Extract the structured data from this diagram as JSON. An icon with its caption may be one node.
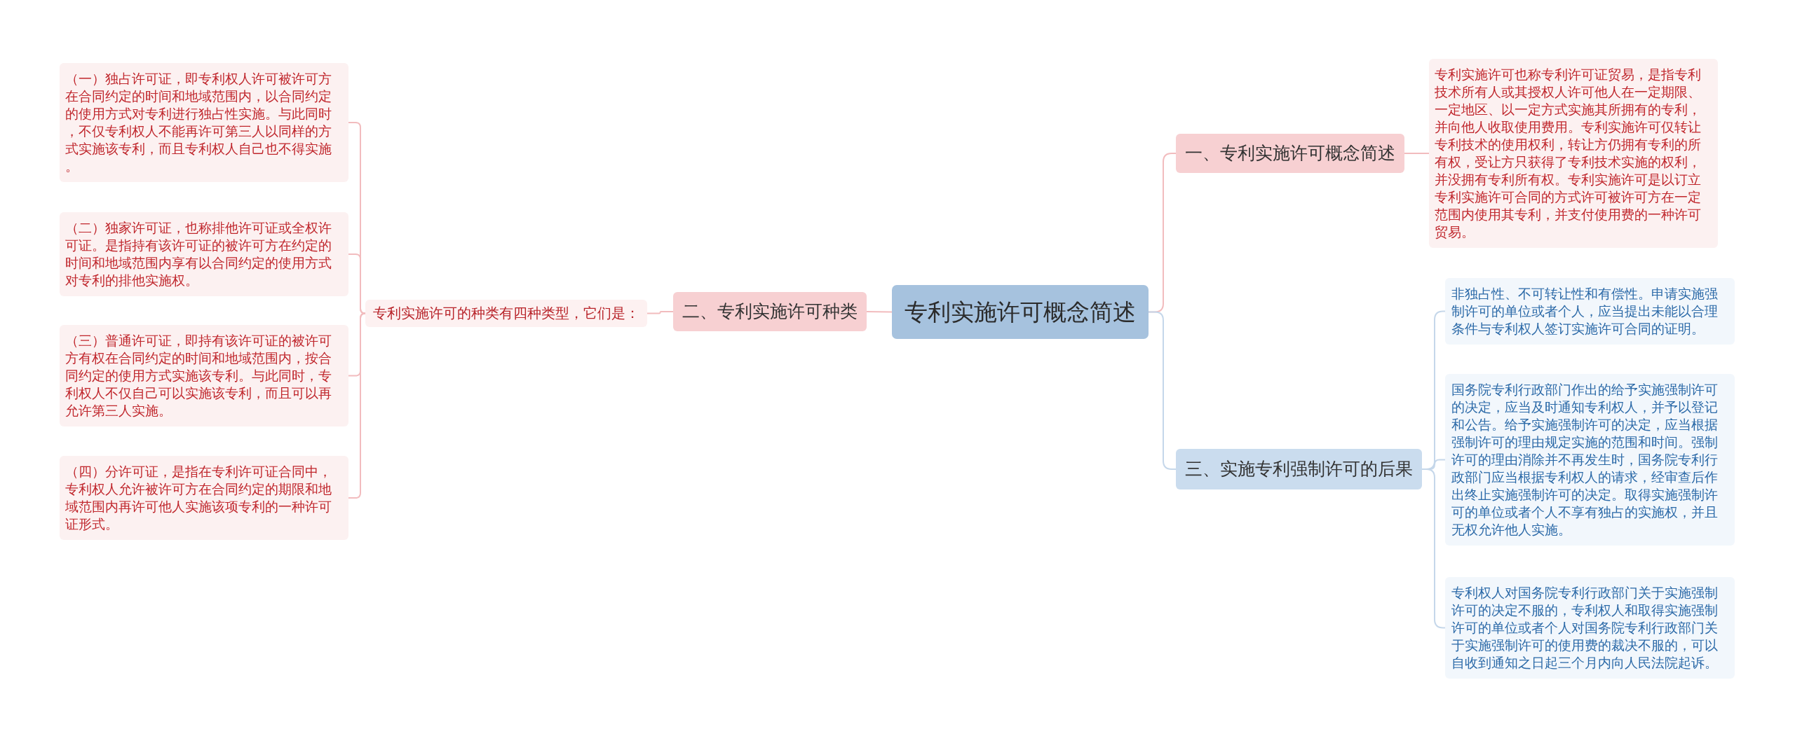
{
  "diagram": {
    "nodes": [
      {
        "text": [
          "专利实施许可概念简述"
        ]
      },
      {
        "text": [
          "一、专利实施许可概念简述"
        ]
      },
      {
        "text": [
          "专利实施许可也称专利许可证贸易，是指专利技术所有人或其授权人许可他人在一定期限、一定地区、以一定方式实施其所拥有的专利，并向他人收取使用费用。专利实施许可仅转让专利技术的使用权利，转让方仍拥有专利的所有权，受让方只获得了专利技术实施的权利，并没拥有专利所有权。专利实施许可是以订立专利实施许可合同的方式许可被许可方在一定范围内使用其专利，并支付使用费的一种许可贸易。"
        ]
      },
      {
        "text": [
          "二、专利实施许可种类"
        ]
      },
      {
        "text": [
          "专利实施许可的种类有四种类型，它们是："
        ]
      },
      {
        "text": [
          "（一）独占许可证，即专利权人许可被许可方在合同约定的时间和地域范围内，以合同约定的使用方式对专利进行独占性实施。与此同时，不仅专利权人不能再许可第三人以同样的方式实施该专利，而且专利权人自己也不得实施。"
        ]
      },
      {
        "text": [
          "（二）独家许可证，也称排他许可证或全权许可证。是指持有该许可证的被许可方在约定的时间和地域范围内享有以合同约定的使用方式对专利的排他实施权。"
        ]
      },
      {
        "text": [
          "（三）普通许可证，即持有该许可证的被许可方有权在合同约定的时间和地域范围内，按合同约定的使用方式实施该专利。与此同时，专利权人不仅自己可以实施该专利，而且可以再允许第三人实施。"
        ]
      },
      {
        "text": [
          "（四）分许可证，是指在专利许可证合同中，专利权人允许被许可方在合同约定的期限和地域范围内再许可他人实施该项专利的一种许可证形式。"
        ]
      },
      {
        "text": [
          "三、实施专利强制许可的后果"
        ]
      },
      {
        "text": [
          "非独占性、不可转让性和有偿性。申请实施强制许可的单位或者个人，应当提出未能以合理条件与专利权人签订实施许可合同的证明。"
        ]
      },
      {
        "text": [
          "国务院专利行政部门作出的给予实施强制许可的决定，应当及时通知专利权人，并予以登记和公告。给予实施强制许可的决定，应当根据强制许可的理由规定实施的范围和时间。强制许可的理由消除并不再发生时，国务院专利行政部门应当根据专利权人的请求，经审查后作出终止实施强制许可的决定。取得实施强制许可的单位或者个人不享有独占的实施权，并且无权允许他人实施。"
        ]
      },
      {
        "text": [
          "专利权人对国务院专利行政部门关于实施强制许可的决定不服的，专利权人和取得实施强制许可的单位或者个人对国务院专利行政部门关于实施强制许可的使用费的裁决不服的，可以自收到通知之日起三个月内向人民法院起诉。"
        ]
      }
    ],
    "edges": [
      {
        "from": 0,
        "to": 1,
        "arrow": "none"
      },
      {
        "from": 1,
        "to": 2,
        "arrow": "none"
      },
      {
        "from": 0,
        "to": 3,
        "arrow": "none"
      },
      {
        "from": 3,
        "to": 4,
        "arrow": "none"
      },
      {
        "from": 4,
        "to": 5,
        "arrow": "none"
      },
      {
        "from": 4,
        "to": 6,
        "arrow": "none"
      },
      {
        "from": 4,
        "to": 7,
        "arrow": "none"
      },
      {
        "from": 4,
        "to": 8,
        "arrow": "none"
      },
      {
        "from": 0,
        "to": 9,
        "arrow": "none",
        "color": "#c5d7ea"
      },
      {
        "from": 9,
        "to": 10,
        "arrow": "none",
        "color": "#c5d7ea"
      },
      {
        "from": 9,
        "to": 11,
        "arrow": "none",
        "color": "#c5d7ea"
      },
      {
        "from": 9,
        "to": 12,
        "arrow": "none",
        "color": "#c5d7ea"
      }
    ]
  }
}
